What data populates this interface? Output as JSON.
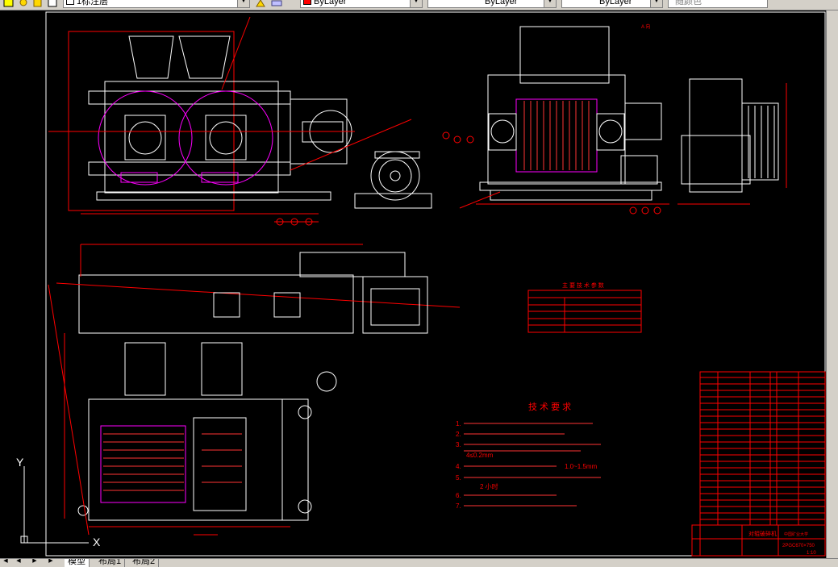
{
  "toolbar": {
    "layer_name": "1标注层",
    "color_value": "ByLayer",
    "linetype_value": "ByLayer",
    "lineweight_value": "ByLayer",
    "plotstyle_value": "随颜色"
  },
  "drawing": {
    "tech_title": "技 术 要 求",
    "tech_items": [
      "1.",
      "2.",
      "3.",
      "4.",
      "5.",
      "6.",
      "7."
    ],
    "tech_value_1": "4≤0.2mm",
    "tech_value_2": "1.0~1.5mm",
    "tech_value_3": "2 小时",
    "param_table_title": "主 要 技 术 参 数",
    "title_block_name": "对辊破碎机",
    "title_block_code": "2PGC670×750",
    "title_block_school": "中国矿业大学",
    "title_block_scale": "1:10",
    "view_label_a": "A 向",
    "axis_x": "X",
    "axis_y": "Y"
  },
  "tabs": [
    {
      "label": "模型"
    },
    {
      "label": "布局1"
    },
    {
      "label": "布局2"
    }
  ],
  "colors": {
    "canvas": "#000000",
    "geometry": "#ffffff",
    "dims": "#ff0000",
    "hidden": "#ff00ff",
    "hatch": "#ff3333"
  }
}
